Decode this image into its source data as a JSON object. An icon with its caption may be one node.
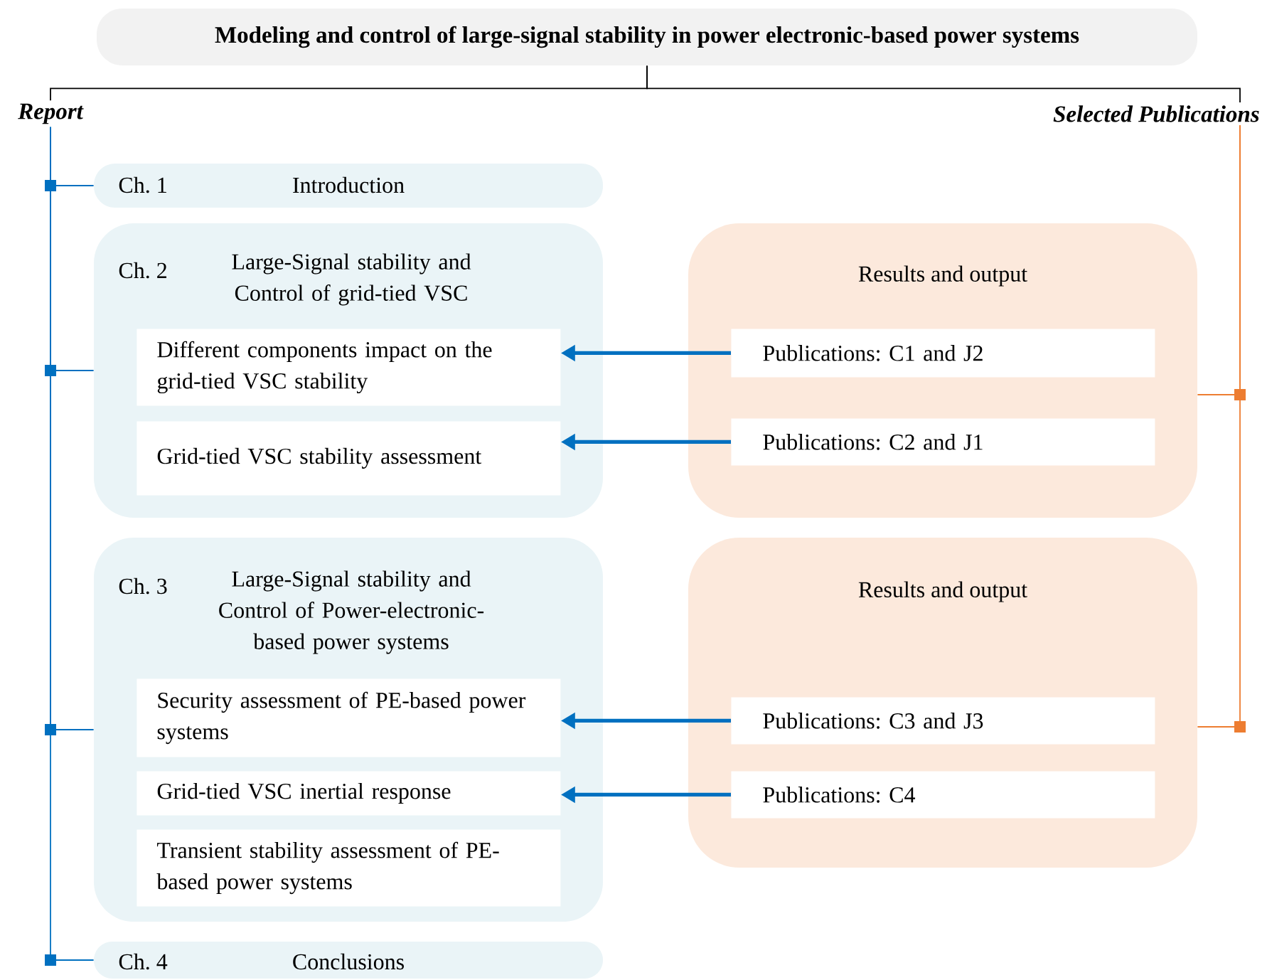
{
  "diagram": {
    "nodes": [
      {
        "text": [
          "Modeling and control of large-signal stability in power electronic-based power systems"
        ]
      },
      {
        "text": [
          "Report"
        ]
      },
      {
        "text": [
          "Selected Publications"
        ]
      },
      {
        "text": [
          "Ch. 1",
          "Introduction"
        ]
      },
      {
        "text": [
          "Ch. 2",
          "Large-Signal stability and Control of grid-tied VSC"
        ]
      },
      {
        "text": [
          "Different components impact on the grid-tied VSC stability"
        ],
        "in": 4
      },
      {
        "text": [
          "Grid-tied VSC stability assessment"
        ],
        "in": 4
      },
      {
        "text": [
          "Ch. 3",
          "Large-Signal stability and Control of Power-electronic-based power systems"
        ]
      },
      {
        "text": [
          "Security assessment of PE-based power systems"
        ],
        "in": 7
      },
      {
        "text": [
          "Grid-tied VSC inertial response"
        ],
        "in": 7
      },
      {
        "text": [
          "Transient stability assessment of PE-based power systems"
        ],
        "in": 7
      },
      {
        "text": [
          "Ch. 4",
          "Conclusions"
        ]
      },
      {
        "text": [
          "Results and output"
        ]
      },
      {
        "text": [
          "Publications: C1 and J2"
        ],
        "in": 12
      },
      {
        "text": [
          "Publications: C2 and J1"
        ],
        "in": 12
      },
      {
        "text": [
          "Results and output"
        ]
      },
      {
        "text": [
          "Publications: C3 and J3"
        ],
        "in": 15
      },
      {
        "text": [
          "Publications: C4"
        ],
        "in": 15
      }
    ],
    "edges": [
      {
        "from": 0,
        "to": 1,
        "arrow": "none",
        "color": "#000000"
      },
      {
        "from": 0,
        "to": 2,
        "arrow": "none",
        "color": "#000000"
      },
      {
        "from": 1,
        "to": 3,
        "arrow": "none"
      },
      {
        "from": 1,
        "to": 4,
        "arrow": "none"
      },
      {
        "from": 1,
        "to": 7,
        "arrow": "none"
      },
      {
        "from": 1,
        "to": 11,
        "arrow": "none"
      },
      {
        "from": 2,
        "to": 12,
        "arrow": "none",
        "color": "#ed7d31"
      },
      {
        "from": 2,
        "to": 15,
        "arrow": "none",
        "color": "#ed7d31"
      },
      {
        "from": 13,
        "to": 5,
        "arrow": "to",
        "style": "thick"
      },
      {
        "from": 14,
        "to": 6,
        "arrow": "to",
        "style": "thick"
      },
      {
        "from": 16,
        "to": 8,
        "arrow": "to",
        "style": "thick"
      },
      {
        "from": 17,
        "to": 9,
        "arrow": "to",
        "style": "thick"
      }
    ]
  }
}
